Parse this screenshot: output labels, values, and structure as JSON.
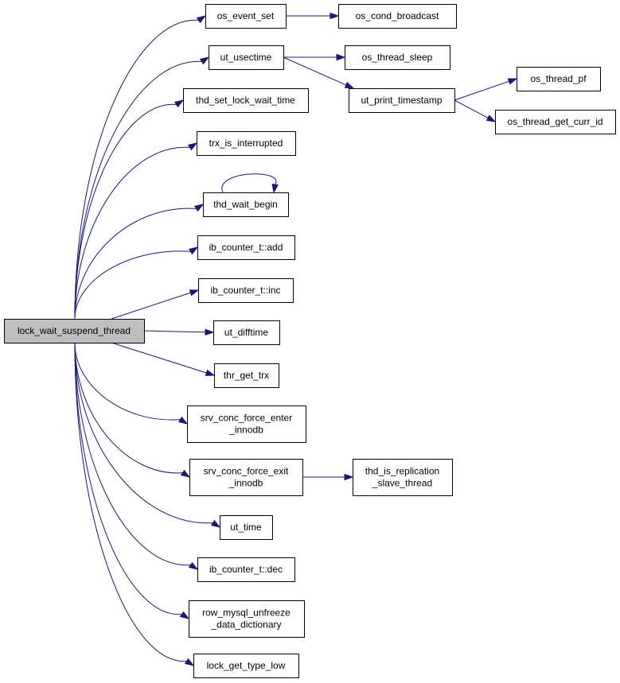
{
  "graph": {
    "nodes": [
      {
        "id": "root",
        "lines": [
          "lock_wait_suspend_thread"
        ],
        "highlight": true
      },
      {
        "id": "os_event_set",
        "lines": [
          "os_event_set"
        ]
      },
      {
        "id": "os_cond_broadcast",
        "lines": [
          "os_cond_broadcast"
        ]
      },
      {
        "id": "ut_usectime",
        "lines": [
          "ut_usectime"
        ]
      },
      {
        "id": "os_thread_sleep",
        "lines": [
          "os_thread_sleep"
        ]
      },
      {
        "id": "ut_print_timestamp",
        "lines": [
          "ut_print_timestamp"
        ]
      },
      {
        "id": "os_thread_pf",
        "lines": [
          "os_thread_pf"
        ]
      },
      {
        "id": "os_thread_get_curr_id",
        "lines": [
          "os_thread_get_curr_id"
        ]
      },
      {
        "id": "thd_set_lock_wait_time",
        "lines": [
          "thd_set_lock_wait_time"
        ]
      },
      {
        "id": "trx_is_interrupted",
        "lines": [
          "trx_is_interrupted"
        ]
      },
      {
        "id": "thd_wait_begin",
        "lines": [
          "thd_wait_begin"
        ]
      },
      {
        "id": "ib_counter_add",
        "lines": [
          "ib_counter_t::add"
        ]
      },
      {
        "id": "ib_counter_inc",
        "lines": [
          "ib_counter_t::inc"
        ]
      },
      {
        "id": "ut_difftime",
        "lines": [
          "ut_difftime"
        ]
      },
      {
        "id": "thr_get_trx",
        "lines": [
          "thr_get_trx"
        ]
      },
      {
        "id": "srv_conc_force_enter_innodb",
        "lines": [
          "srv_conc_force_enter",
          "_innodb"
        ]
      },
      {
        "id": "srv_conc_force_exit_innodb",
        "lines": [
          "srv_conc_force_exit",
          "_innodb"
        ]
      },
      {
        "id": "thd_is_replication_slave_thread",
        "lines": [
          "thd_is_replication",
          "_slave_thread"
        ]
      },
      {
        "id": "ut_time",
        "lines": [
          "ut_time"
        ]
      },
      {
        "id": "ib_counter_dec",
        "lines": [
          "ib_counter_t::dec"
        ]
      },
      {
        "id": "row_mysql_unfreeze_data_dictionary",
        "lines": [
          "row_mysql_unfreeze",
          "_data_dictionary"
        ]
      },
      {
        "id": "lock_get_type_low",
        "lines": [
          "lock_get_type_low"
        ]
      }
    ],
    "edges": [
      {
        "from": "root",
        "to": "os_event_set"
      },
      {
        "from": "root",
        "to": "ut_usectime"
      },
      {
        "from": "root",
        "to": "thd_set_lock_wait_time"
      },
      {
        "from": "root",
        "to": "trx_is_interrupted"
      },
      {
        "from": "root",
        "to": "thd_wait_begin"
      },
      {
        "from": "root",
        "to": "ib_counter_add"
      },
      {
        "from": "root",
        "to": "ib_counter_inc"
      },
      {
        "from": "root",
        "to": "ut_difftime"
      },
      {
        "from": "root",
        "to": "thr_get_trx"
      },
      {
        "from": "root",
        "to": "srv_conc_force_enter_innodb"
      },
      {
        "from": "root",
        "to": "srv_conc_force_exit_innodb"
      },
      {
        "from": "root",
        "to": "ut_time"
      },
      {
        "from": "root",
        "to": "ib_counter_dec"
      },
      {
        "from": "root",
        "to": "row_mysql_unfreeze_data_dictionary"
      },
      {
        "from": "root",
        "to": "lock_get_type_low"
      },
      {
        "from": "os_event_set",
        "to": "os_cond_broadcast"
      },
      {
        "from": "ut_usectime",
        "to": "os_thread_sleep"
      },
      {
        "from": "ut_usectime",
        "to": "ut_print_timestamp"
      },
      {
        "from": "ut_print_timestamp",
        "to": "os_thread_pf"
      },
      {
        "from": "ut_print_timestamp",
        "to": "os_thread_get_curr_id"
      },
      {
        "from": "thd_wait_begin",
        "to": "thd_wait_begin"
      },
      {
        "from": "srv_conc_force_exit_innodb",
        "to": "thd_is_replication_slave_thread"
      }
    ],
    "colors": {
      "edge": "#191970",
      "node_fill": "#ffffff",
      "node_border": "#000000",
      "root_fill": "#bfbfbf"
    }
  }
}
